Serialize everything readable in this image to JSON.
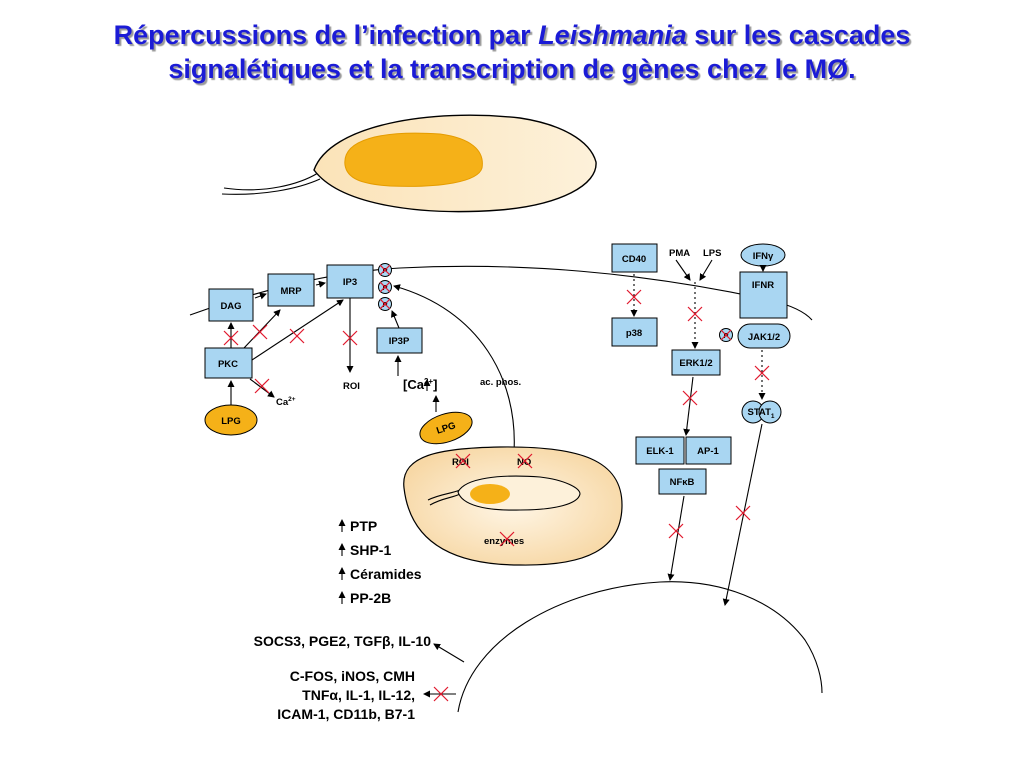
{
  "title": {
    "line1_pre": "Répercussions de l’infection par ",
    "line1_italic": "Leishmania",
    "line1_post": " sur les cascades",
    "line2": "signalétiques et la transcription de gènes chez le MØ."
  },
  "nodes": {
    "dag": "DAG",
    "mrp": "MRP",
    "ip3": "IP3",
    "pkc": "PKC",
    "ip3p": "IP3P",
    "lpg_left": "LPG",
    "lpg_mid": "LPG",
    "cd40": "CD40",
    "p38": "p38",
    "pma": "PMA",
    "lps": "LPS",
    "ifng": "IFNγ",
    "ifnr": "IFNR",
    "jak": "JAK1/2",
    "erk": "ERK1/2",
    "stat_base": "STAT",
    "stat_sub": "1",
    "elk": "ELK-1",
    "ap1": "AP-1",
    "nfkb": "NFκB",
    "p": "P"
  },
  "labels": {
    "roi_left": "ROI",
    "ca_small": "Ca",
    "ca_small_sup": "2+",
    "ca_big_pre": "[Ca",
    "ca_big_sup": "2+",
    "ca_big_post": "]",
    "ac_phos": "ac. phos.",
    "vac_roi": "ROI",
    "vac_no": "NO",
    "vac_enzymes": "enzymes"
  },
  "upregulated": [
    "PTP",
    "SHP-1",
    "Céramides",
    "PP-2B"
  ],
  "gene_outputs": {
    "induced": [
      "SOCS3, PGE2, TGFβ, IL-10"
    ],
    "blocked": [
      "C-FOS, iNOS, CMH",
      "TNFα, IL-1, IL-12,",
      "ICAM-1, CD11b, B7-1"
    ]
  },
  "colors": {
    "title": "#1b1bd6",
    "box": "#a9d6f2",
    "orange": "#f5b118",
    "cell": "#fdeccb",
    "block": "#e0182d"
  }
}
